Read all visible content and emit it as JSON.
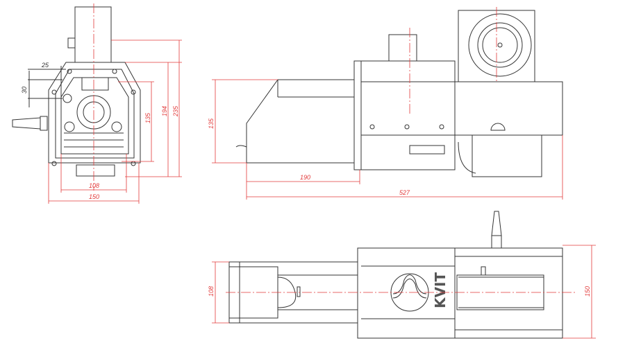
{
  "front_view": {
    "dimensions": {
      "offset_top": "25",
      "offset_side": "30",
      "inner_height": "135",
      "body_height": "194",
      "total_height": "235",
      "inner_width": "108",
      "total_width": "150"
    }
  },
  "side_view": {
    "dimensions": {
      "height": "135",
      "tube_length": "190",
      "total_length": "527"
    }
  },
  "top_view": {
    "dimensions": {
      "tube_width": "108",
      "body_width": "150"
    },
    "brand_logo": "KVIT"
  },
  "colors": {
    "dimension": "#e23a3a",
    "outline": "#333333"
  }
}
